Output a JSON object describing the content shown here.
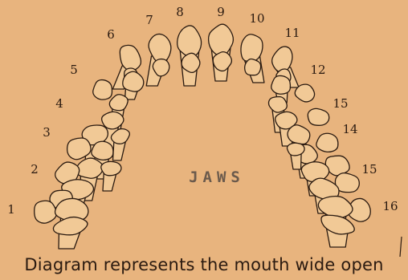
{
  "diagram": {
    "label": "JAWS",
    "caption": "Diagram represents the mouth wide open",
    "tooth_numbers": [
      "1",
      "2",
      "3",
      "4",
      "5",
      "6",
      "7",
      "8",
      "9",
      "10",
      "11",
      "12",
      "15",
      "14",
      "15",
      "16"
    ]
  },
  "colors": {
    "background": "#e8b47e",
    "ink": "#2a1a10",
    "tooth_fill": "#f1c996"
  }
}
